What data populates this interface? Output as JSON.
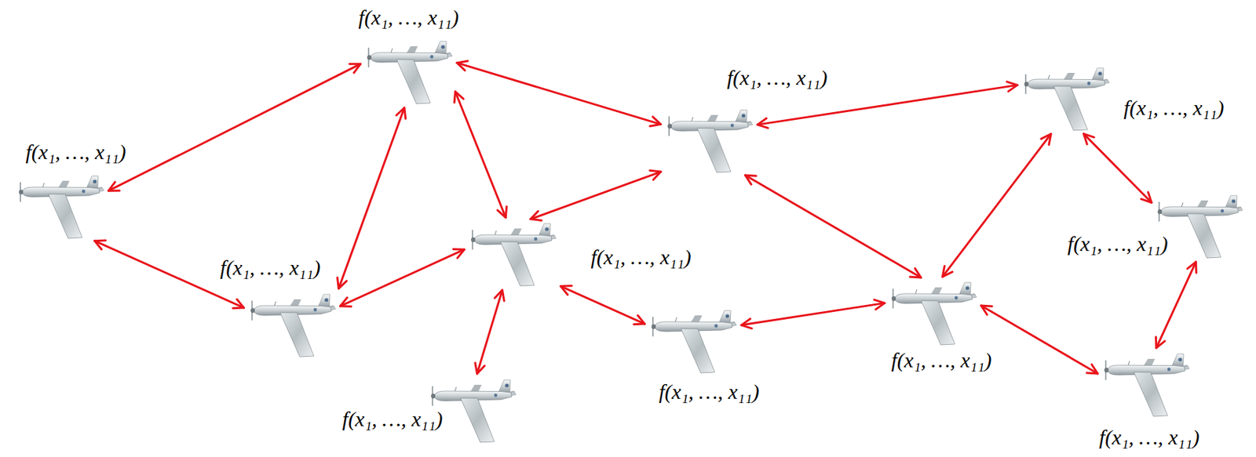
{
  "diagram": {
    "nodes": [
      {
        "text": [
          "f(x₁, …, x₁₁)"
        ]
      },
      {
        "text": [
          "f(x₁, …, x₁₁)"
        ]
      },
      {
        "text": [
          "f(x₁, …, x₁₁)"
        ]
      },
      {
        "text": [
          "f(x₁, …, x₁₁)"
        ]
      },
      {
        "text": [
          "f(x₁, …, x₁₁)"
        ]
      },
      {
        "text": [
          "f(x₁, …, x₁₁)"
        ]
      },
      {
        "text": [
          "f(x₁, …, x₁₁)"
        ]
      },
      {
        "text": [
          "f(x₁, …, x₁₁)"
        ]
      },
      {
        "text": [
          "f(x₁, …, x₁₁)"
        ]
      },
      {
        "text": [
          "f(x₁, …, x₁₁)"
        ]
      },
      {
        "text": [
          "f(x₁, …, x₁₁)"
        ]
      }
    ],
    "edges": [
      {
        "from": 3,
        "to": 0,
        "arrow": "both"
      },
      {
        "from": 3,
        "to": 6,
        "arrow": "both"
      },
      {
        "from": 6,
        "to": 0,
        "arrow": "both"
      },
      {
        "from": 0,
        "to": 1,
        "arrow": "both"
      },
      {
        "from": 0,
        "to": 5,
        "arrow": "both"
      },
      {
        "from": 6,
        "to": 5,
        "arrow": "both"
      },
      {
        "from": 5,
        "to": 1,
        "arrow": "both"
      },
      {
        "from": 5,
        "to": 9,
        "arrow": "both"
      },
      {
        "from": 5,
        "to": 8,
        "arrow": "both"
      },
      {
        "from": 1,
        "to": 2,
        "arrow": "both"
      },
      {
        "from": 1,
        "to": 7,
        "arrow": "both"
      },
      {
        "from": 8,
        "to": 7,
        "arrow": "both"
      },
      {
        "from": 7,
        "to": 2,
        "arrow": "both"
      },
      {
        "from": 2,
        "to": 4,
        "arrow": "both"
      },
      {
        "from": 7,
        "to": 10,
        "arrow": "both"
      },
      {
        "from": 4,
        "to": 10,
        "arrow": "both"
      }
    ]
  }
}
